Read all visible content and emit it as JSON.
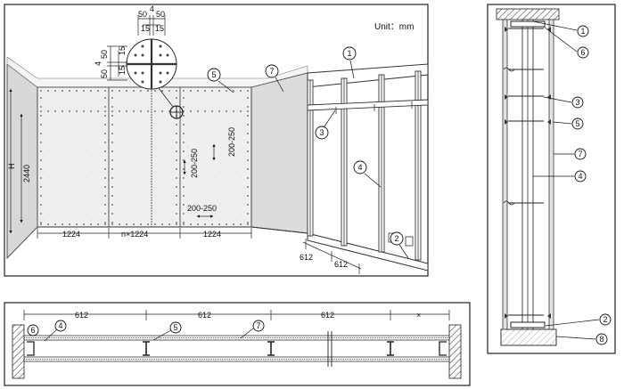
{
  "unit_label": "Unit：mm",
  "main_view": {
    "dims": {
      "H": "H",
      "height": "2440",
      "board_width_left": "1224",
      "board_width_mid": "n×1224",
      "board_width_right": "1224",
      "stud_spacing_a": "612",
      "stud_spacing_b": "612",
      "screw_spacing_v1": "200-250",
      "screw_spacing_v2": "200-250",
      "screw_spacing_h": "200-250"
    },
    "detail": {
      "top_left": "50",
      "top_gap": "4",
      "top_right": "50",
      "edge_left": "15",
      "edge_right": "15",
      "side_top": "50",
      "side_gap": "4",
      "side_bottom": "50",
      "side_edge_top": "15",
      "side_edge_bottom": "15"
    },
    "callouts": [
      "1",
      "2",
      "3",
      "4",
      "5",
      "7"
    ]
  },
  "plan_view": {
    "dims": [
      "612",
      "612",
      "612",
      "×"
    ],
    "callouts": [
      "6",
      "4",
      "5",
      "7"
    ]
  },
  "section_view": {
    "callouts": [
      "1",
      "6",
      "3",
      "5",
      "7",
      "4",
      "2",
      "8"
    ]
  }
}
